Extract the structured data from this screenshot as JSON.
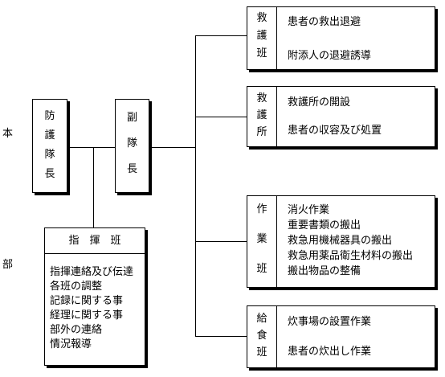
{
  "side_labels": {
    "top": "本",
    "bottom": "部"
  },
  "commander": {
    "chars": [
      "防",
      "護",
      "隊",
      "長"
    ]
  },
  "vice_commander": {
    "chars": [
      "副",
      "隊",
      "長"
    ]
  },
  "command_team": {
    "title": "指　揮　班",
    "duties": [
      "指揮連絡及び伝達",
      "各班の調整",
      "記録に関する事",
      "経理に関する事",
      "部外の連絡",
      "情況報導"
    ]
  },
  "teams": [
    {
      "name_chars": [
        "救",
        "護",
        "班"
      ],
      "duties": [
        "患者の救出退避",
        "附添人の退避誘導"
      ]
    },
    {
      "name_chars": [
        "救",
        "護",
        "所"
      ],
      "duties": [
        "救護所の開設",
        "患者の収容及び処置"
      ]
    },
    {
      "name_chars": [
        "作",
        "業",
        "班"
      ],
      "duties": [
        "消火作業",
        "重要書類の搬出",
        "救急用機械器具の搬出",
        "救急用薬品衛生材料の搬出",
        "搬出物品の整備"
      ]
    },
    {
      "name_chars": [
        "給",
        "食",
        "班"
      ],
      "duties": [
        "炊事場の設置作業",
        "患者の炊出し作業"
      ]
    }
  ]
}
